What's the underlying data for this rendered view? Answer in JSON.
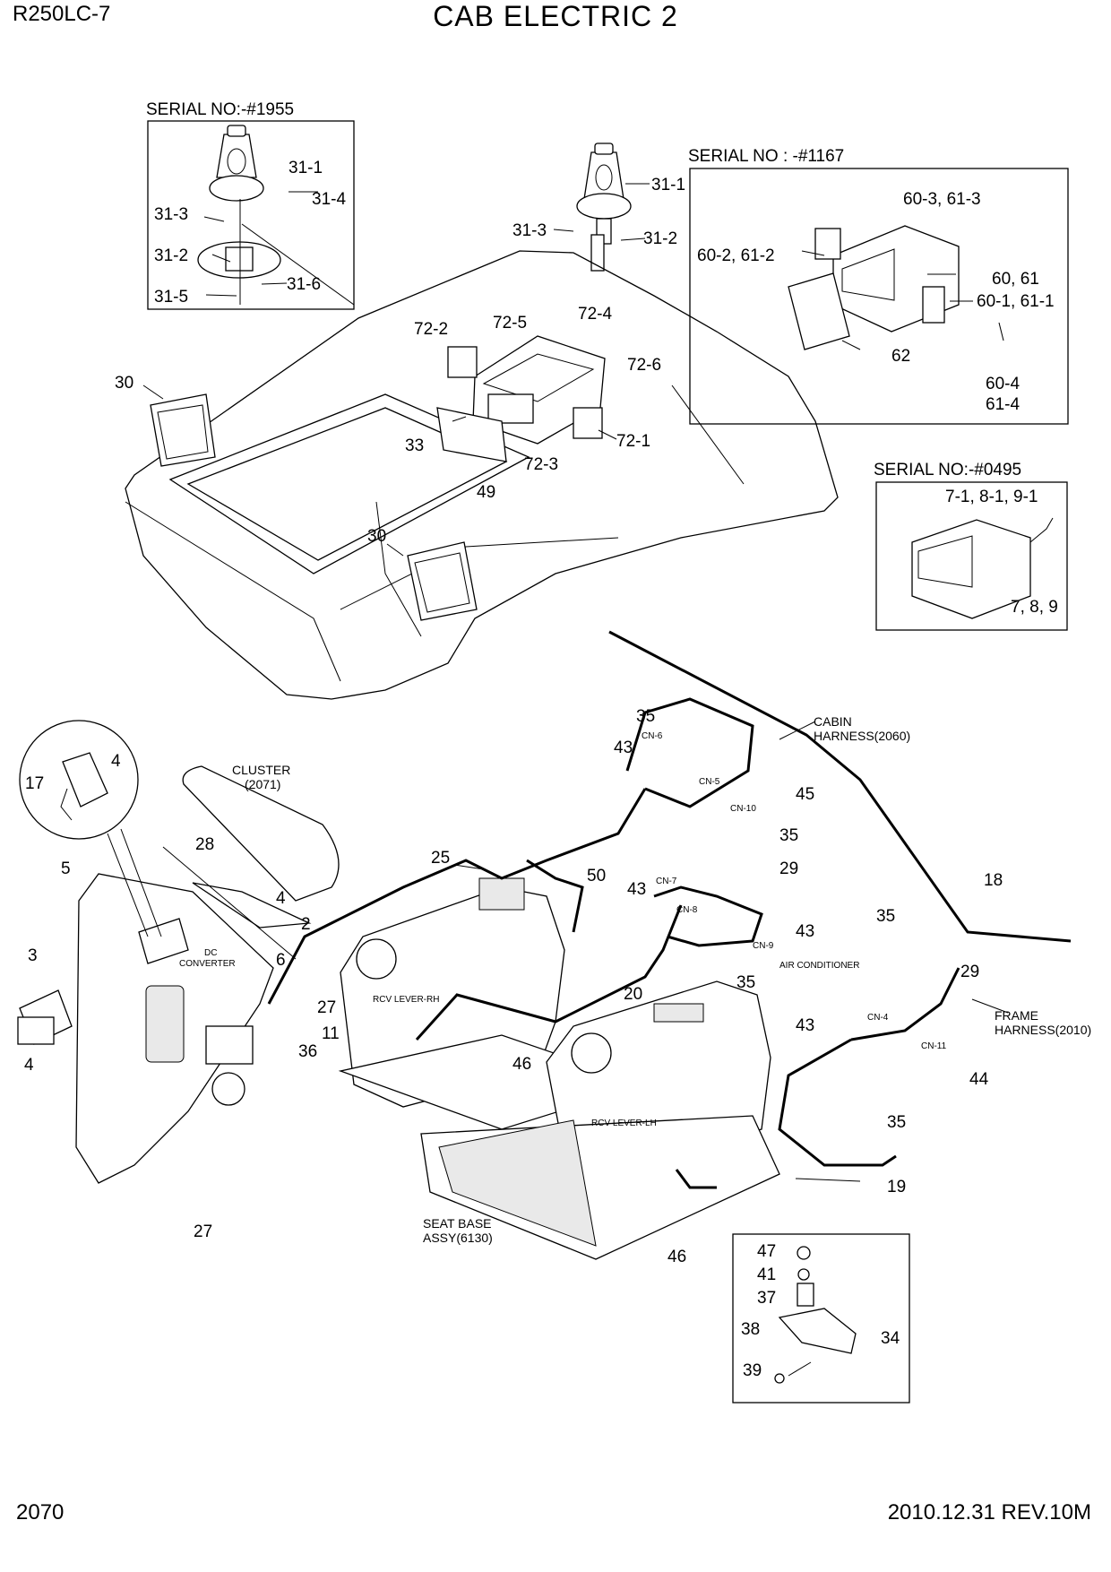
{
  "header": {
    "model": "R250LC-7",
    "title": "CAB ELECTRIC 2"
  },
  "footer": {
    "page": "2070",
    "revision": "2010.12.31  REV.10M"
  },
  "insets": {
    "beacon": "SERIAL NO:-#1955",
    "radio_a": "SERIAL NO : -#1167",
    "radio_b": "SERIAL NO:-#0495"
  },
  "text_labels": {
    "cluster": "CLUSTER",
    "cluster_ref": "(2071)",
    "cabin": "CABIN",
    "cabin_harness": "HARNESS(2060)",
    "frame": "FRAME",
    "frame_harness": "HARNESS(2010)",
    "air_conditioner": "AIR CONDITIONER",
    "dc": "DC",
    "converter": "CONVERTER",
    "rcv_rh": "RCV LEVER-RH",
    "rcv_lh": "RCV LEVER-LH",
    "seat_base": "SEAT BASE",
    "seat_base_ref": "ASSY(6130)"
  },
  "connectors": {
    "cn6": "CN-6",
    "cn5": "CN-5",
    "cn10": "CN-10",
    "cn7": "CN-7",
    "cn8": "CN-8",
    "cn9": "CN-9",
    "cn4": "CN-4",
    "cn11": "CN-11"
  },
  "callouts": {
    "c31_1a": "31-1",
    "c31_4": "31-4",
    "c31_3a": "31-3",
    "c31_2a": "31-2",
    "c31_6": "31-6",
    "c31_5": "31-5",
    "c31_1b": "31-1",
    "c31_3b": "31-3",
    "c31_2b": "31-2",
    "c60_3": "60-3, 61-3",
    "c60_2": "60-2, 61-2",
    "c60": "60, 61",
    "c60_1": "60-1, 61-1",
    "c62": "62",
    "c60_4": "60-4",
    "c61_4": "61-4",
    "c72_4": "72-4",
    "c72_2": "72-2",
    "c72_5": "72-5",
    "c72_6": "72-6",
    "c30a": "30",
    "c33": "33",
    "c72_1": "72-1",
    "c72_3": "72-3",
    "c49": "49",
    "c30b": "30",
    "c7_1": "7-1, 8-1, 9-1",
    "c7": "7, 8, 9",
    "c35a": "35",
    "c43a": "43",
    "c45": "45",
    "c35b": "35",
    "c29a": "29",
    "c4a": "4",
    "c17": "17",
    "c28": "28",
    "c5": "5",
    "c4b": "4",
    "c2": "2",
    "c6": "6",
    "c25": "25",
    "c50": "50",
    "c43b": "43",
    "c43c": "43",
    "c18": "18",
    "c35c": "35",
    "c29b": "29",
    "c35d": "35",
    "c3": "3",
    "c27a": "27",
    "c11": "11",
    "c36": "36",
    "c4c": "4",
    "c20": "20",
    "c46a": "46",
    "c43d": "43",
    "c44": "44",
    "c35e": "35",
    "c19": "19",
    "c27b": "27",
    "c46b": "46",
    "c47": "47",
    "c41": "41",
    "c37": "37",
    "c38": "38",
    "c34": "34",
    "c39": "39"
  }
}
